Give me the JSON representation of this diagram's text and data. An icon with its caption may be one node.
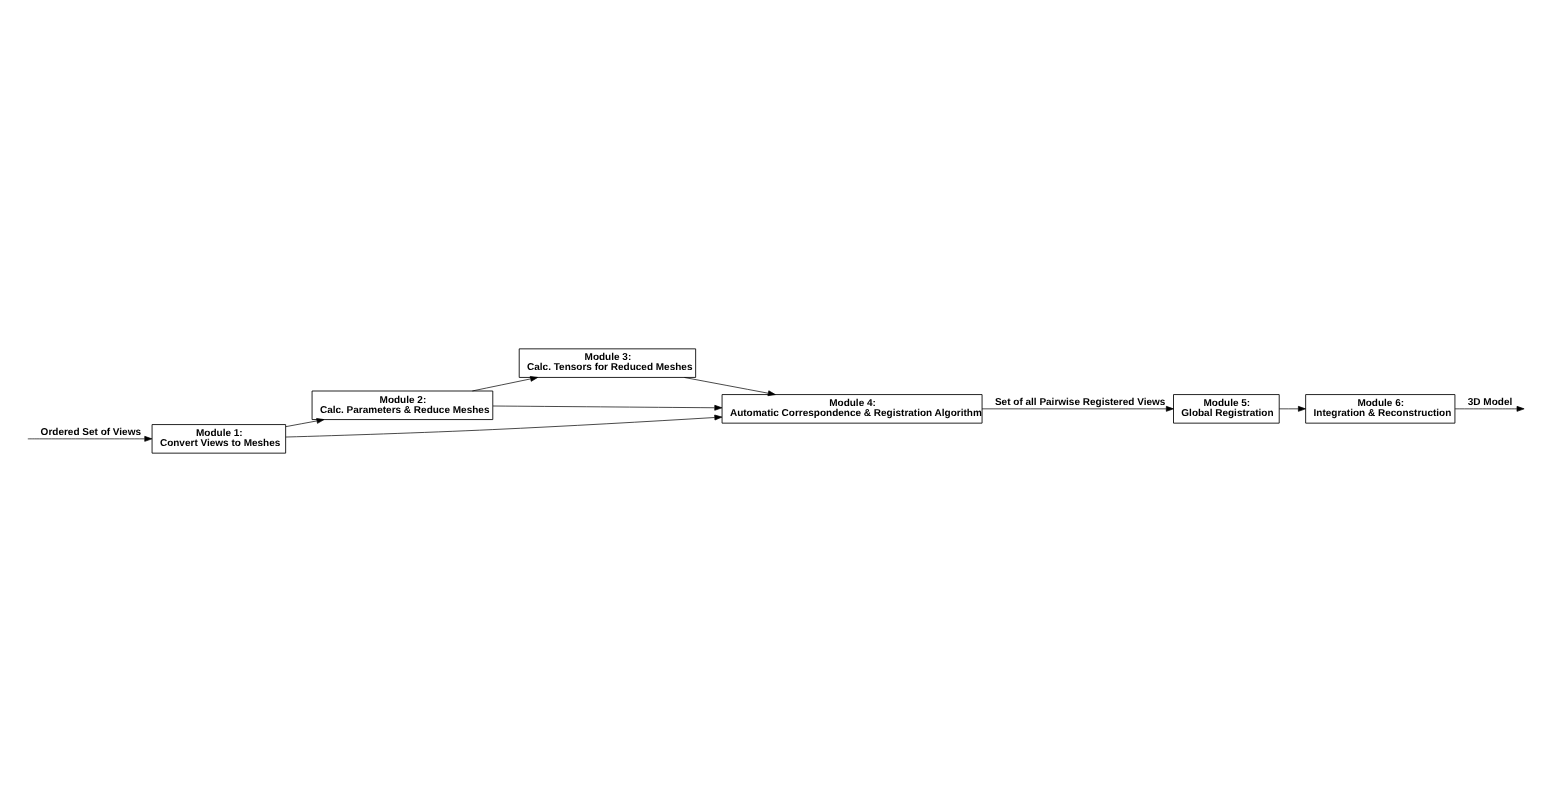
{
  "diagram": {
    "nodes": [
      {
        "text": [
          "Module 1:",
          "Convert Views to Meshes"
        ]
      },
      {
        "text": [
          "Module 2:",
          "Calc. Parameters & Reduce Meshes"
        ]
      },
      {
        "text": [
          "Module 3:",
          "Calc. Tensors for Reduced Meshes"
        ]
      },
      {
        "text": [
          "Module 4:",
          "Automatic Correspondence & Registration Algorithm"
        ]
      },
      {
        "text": [
          "Module 5:",
          "Global Registration"
        ]
      },
      {
        "text": [
          "Module 6:",
          "Integration & Reconstruction"
        ]
      }
    ],
    "edges": [
      {
        "from": null,
        "to": 0,
        "arrow": "to",
        "label": "Ordered Set of Views"
      },
      {
        "from": 0,
        "to": 1,
        "arrow": "to"
      },
      {
        "from": 0,
        "to": 3,
        "arrow": "to"
      },
      {
        "from": 1,
        "to": 2,
        "arrow": "to"
      },
      {
        "from": 1,
        "to": 3,
        "arrow": "to"
      },
      {
        "from": 2,
        "to": 3,
        "arrow": "to"
      },
      {
        "from": 3,
        "to": 4,
        "arrow": "to",
        "label": "Set of all Pairwise Registered Views"
      },
      {
        "from": 4,
        "to": 5,
        "arrow": "to"
      },
      {
        "from": 5,
        "to": null,
        "arrow": "to",
        "label": "3D Model"
      }
    ]
  }
}
